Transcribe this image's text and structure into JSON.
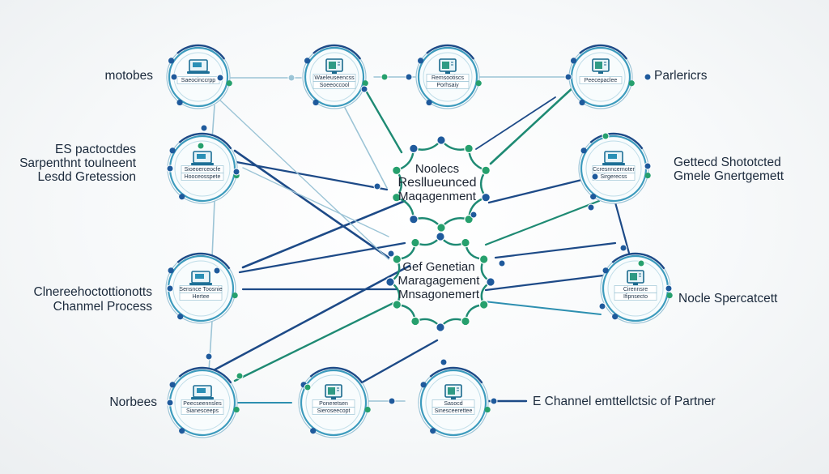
{
  "hub_top": {
    "lines": [
      "Noolecs",
      "Resllueunced",
      "Maqagenment"
    ]
  },
  "hub_bottom": {
    "lines": [
      "Gef Genetian",
      "Maragagement",
      "Mnsagonemert"
    ]
  },
  "labels": {
    "top_left": [
      "motobes"
    ],
    "top_right": [
      "Parlericrs"
    ],
    "mid_left": [
      "ES pactoctdes",
      "Sarpenthnt toulneent",
      "Lesdd Gretession"
    ],
    "mid_right": [
      "Gettecd Shototcted",
      "Gmele Gnertgemett"
    ],
    "lower_left": [
      "Clnereehoctottionotts",
      "Chanmel Process"
    ],
    "lower_right": [
      "Nocle Spercatcett"
    ],
    "bottom_left": [
      "Norbees"
    ],
    "bottom_right": [
      "E Channel emttellctsic of Partner"
    ]
  },
  "nodes": [
    {
      "id": "top-left",
      "card": [
        "Saeocinccrpp"
      ],
      "icon": "laptop-icon"
    },
    {
      "id": "top-mid-left",
      "card": [
        "Waeleuseencss",
        "Soeeoccool"
      ],
      "icon": "monitor-icon"
    },
    {
      "id": "top-mid-right",
      "card": [
        "Remsootiscs",
        "Porhsaiy"
      ],
      "icon": "monitor-icon"
    },
    {
      "id": "top-right",
      "card": [
        "Peecepaclee"
      ],
      "icon": "monitor-icon"
    },
    {
      "id": "mid-left",
      "card": [
        "Sioeoerceocfe",
        "Hooceosspete"
      ],
      "icon": "laptop-icon"
    },
    {
      "id": "mid-right",
      "card": [
        "Ccresnncernoter",
        "Sirgerecss"
      ],
      "icon": "laptop-icon"
    },
    {
      "id": "lower-left",
      "card": [
        "Sensnce Toosnie",
        "Hertee"
      ],
      "icon": "laptop-icon"
    },
    {
      "id": "lower-right",
      "card": [
        "Cirennsre",
        "Ifipnsecto"
      ],
      "icon": "monitor-icon"
    },
    {
      "id": "bottom-left",
      "card": [
        "Peecseennsles",
        "Sianesceeps"
      ],
      "icon": "laptop-icon"
    },
    {
      "id": "bottom-mid",
      "card": [
        "Poneretsen",
        "Sieroseecopt"
      ],
      "icon": "monitor-icon"
    },
    {
      "id": "bottom-right",
      "card": [
        "Sasocd",
        "Sinesceerettee"
      ],
      "icon": "monitor-icon"
    }
  ],
  "colors": {
    "navy": "#1d4a87",
    "green": "#1e8a73",
    "teal": "#2d8fb0",
    "light_blue": "#9cc4d6",
    "ring": "#3d9bbd",
    "green_dot": "#26a06d",
    "navy_dot": "#1f5a9c"
  }
}
